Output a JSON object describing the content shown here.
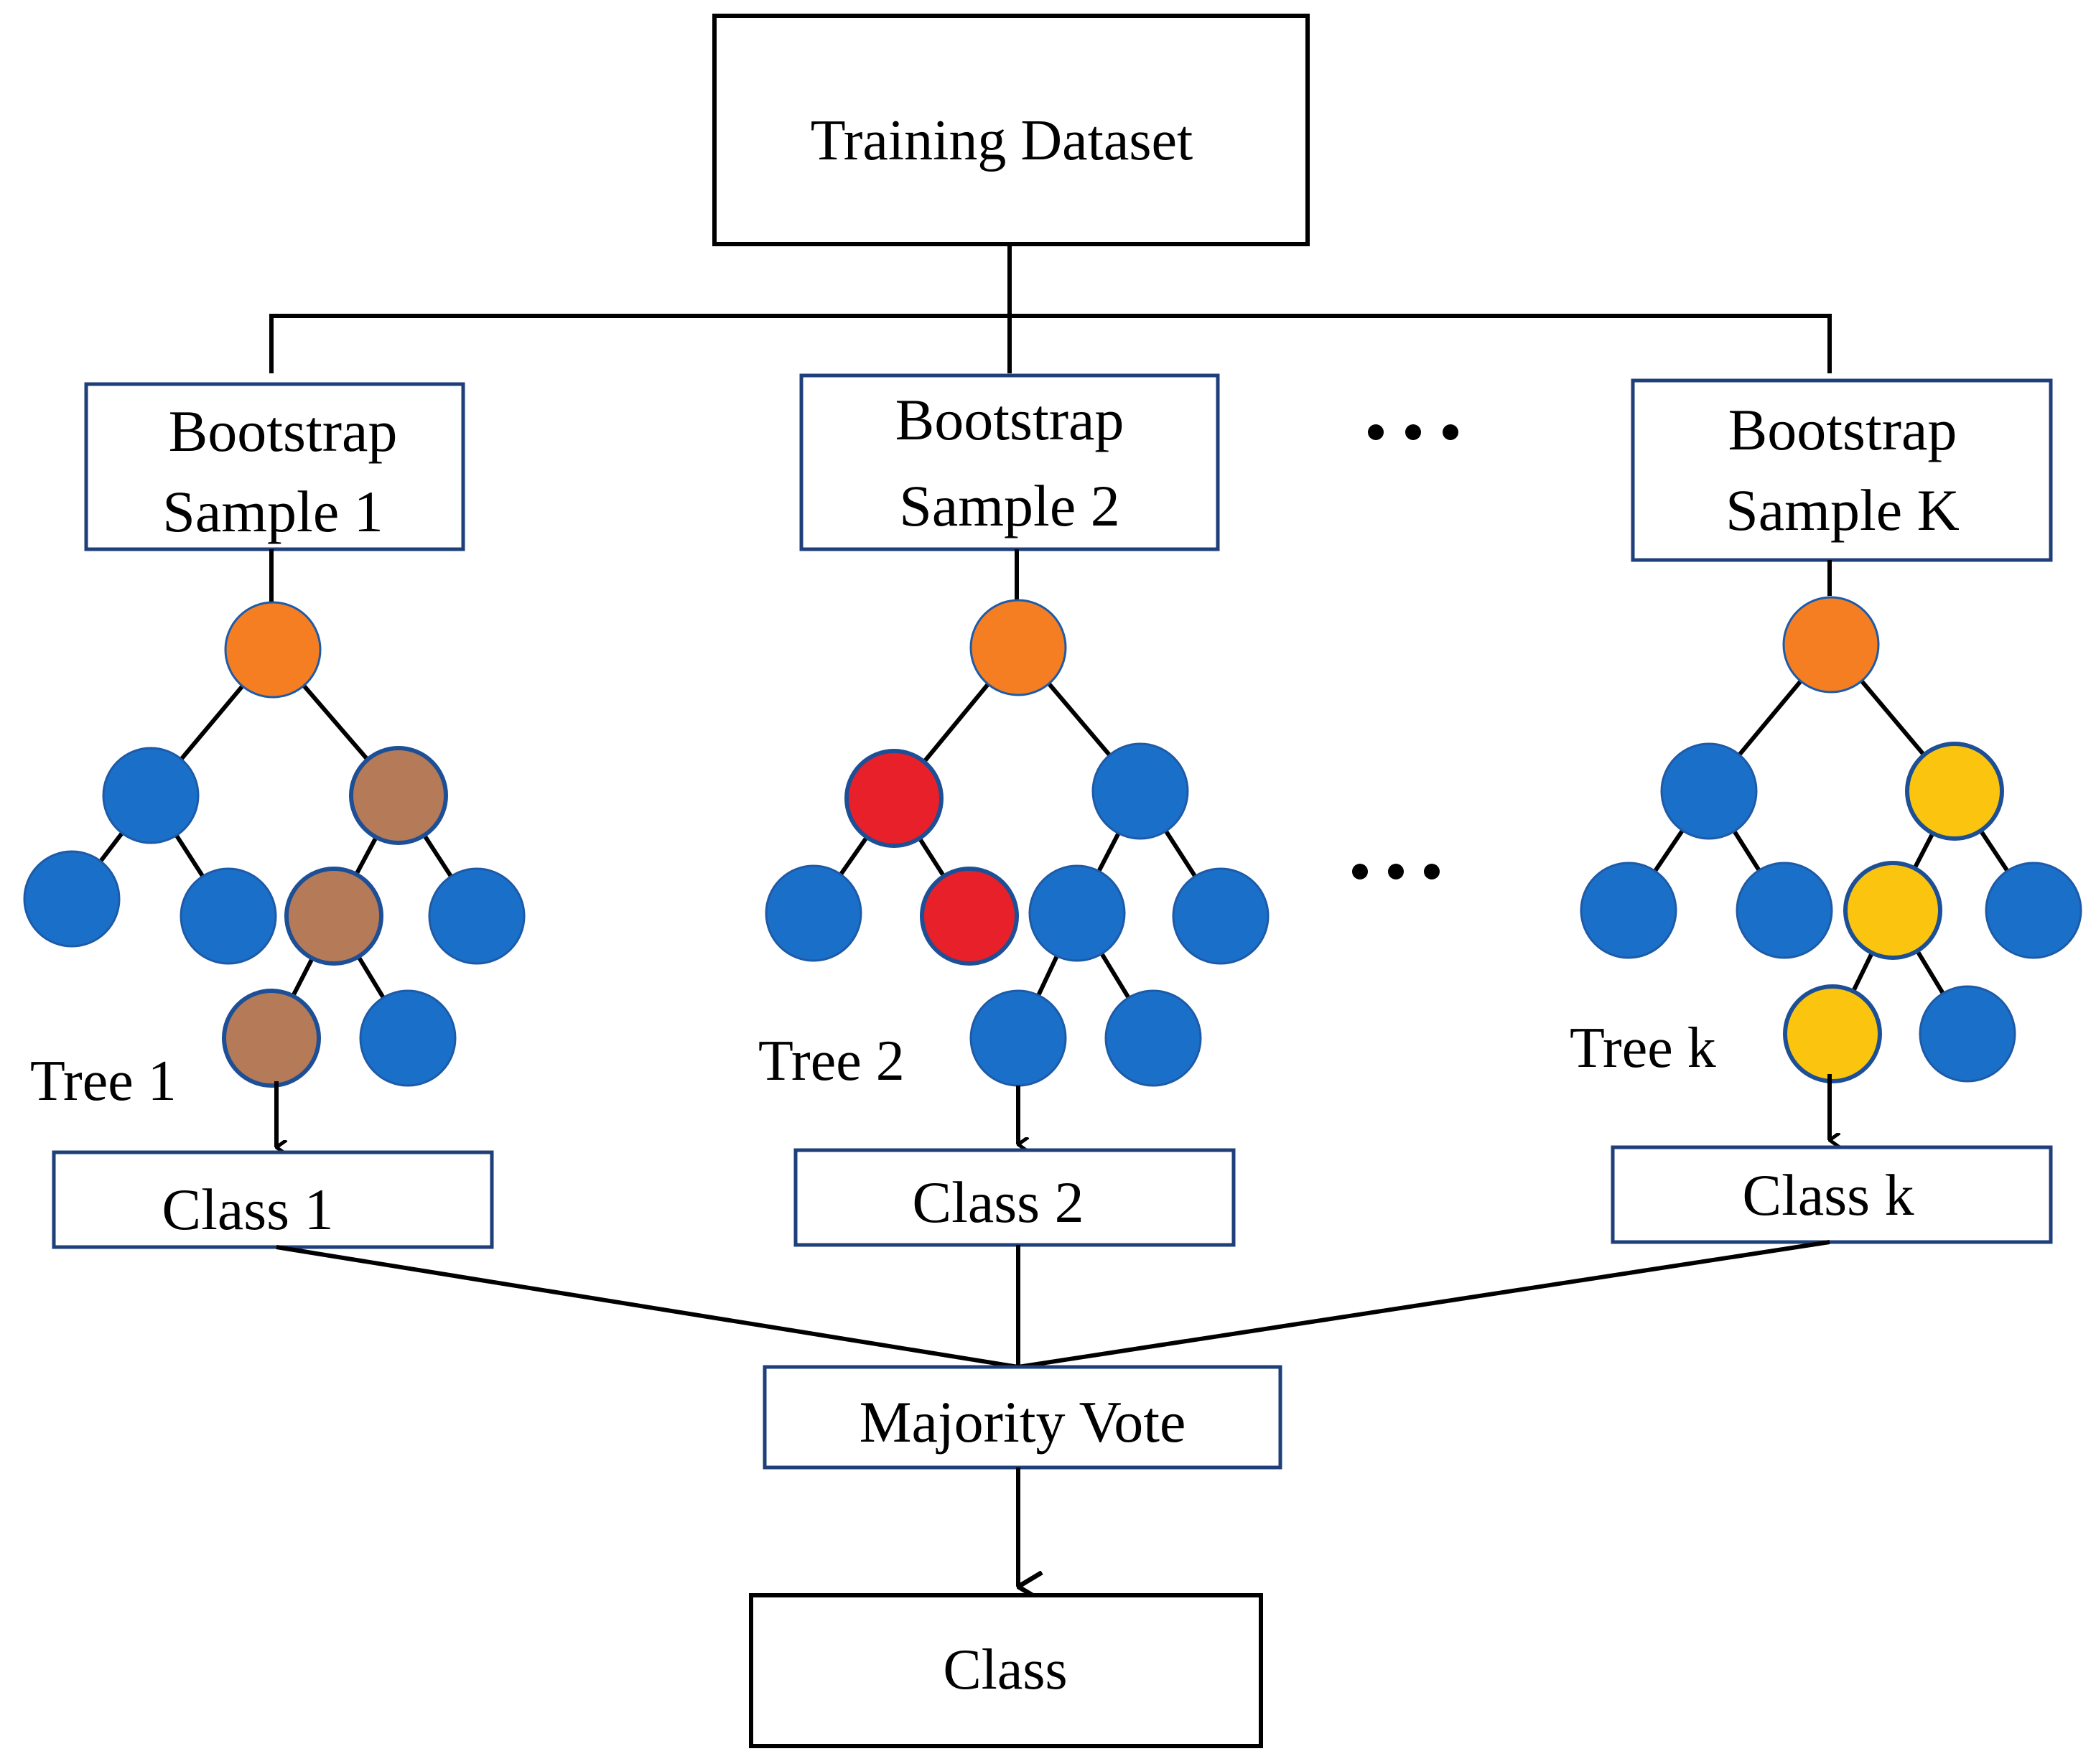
{
  "top_box": {
    "label": "Training Dataset"
  },
  "samples": [
    {
      "line1": "Bootstrap",
      "line2": "Sample 1"
    },
    {
      "line1": "Bootstrap",
      "line2": "Sample 2"
    },
    {
      "line1": "Bootstrap",
      "line2": "Sample K"
    }
  ],
  "trees": [
    {
      "label": "Tree 1",
      "path_color": "#b57a57"
    },
    {
      "label": "Tree 2",
      "path_color": "#e8202a"
    },
    {
      "label": "Tree k",
      "path_color": "#fbc50f"
    }
  ],
  "classes": [
    {
      "label": "Class 1"
    },
    {
      "label": "Class 2"
    },
    {
      "label": "Class k"
    }
  ],
  "vote_box": {
    "label": "Majority Vote"
  },
  "final_box": {
    "label": "Class"
  },
  "colors": {
    "root_node": "#f57e22",
    "plain_node": "#1a70c8",
    "box_border_navy": "#1f3f7a",
    "box_border_dark": "#000000"
  }
}
